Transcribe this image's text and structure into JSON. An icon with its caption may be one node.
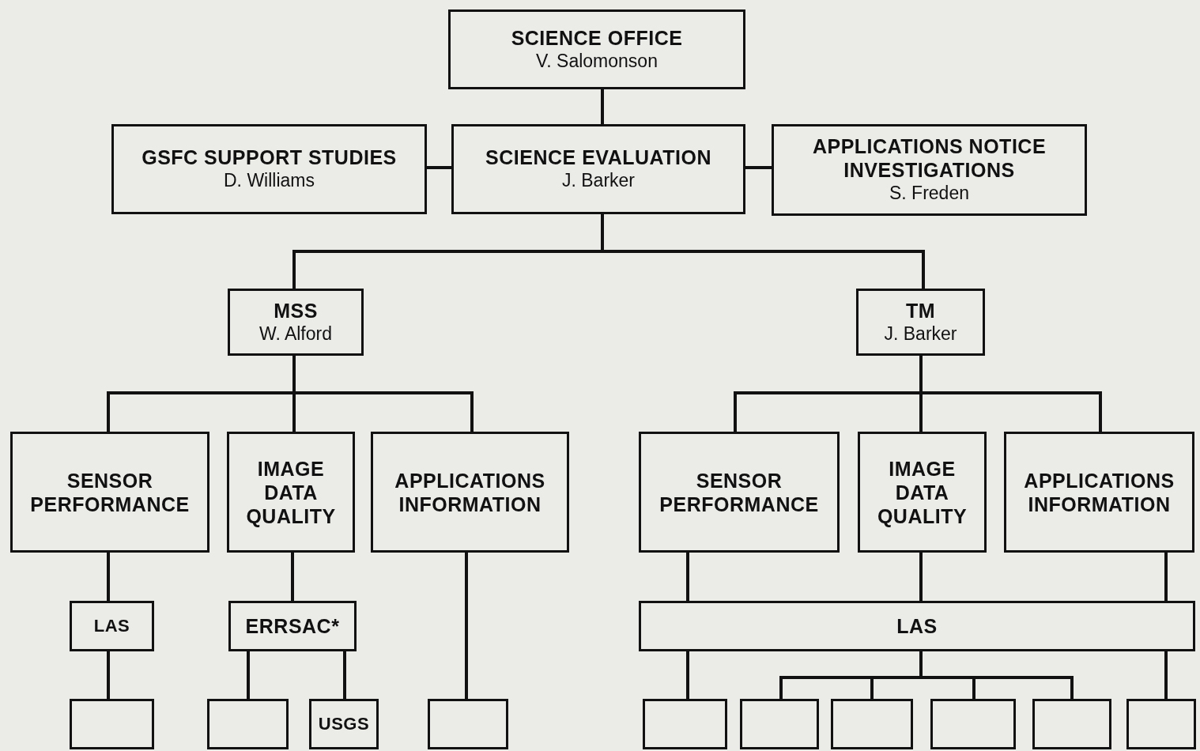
{
  "diagram": {
    "nodes": [
      {
        "text": [
          "SCIENCE OFFICE",
          "V. Salomonson"
        ]
      },
      {
        "text": [
          "GSFC SUPPORT STUDIES",
          "D. Williams"
        ]
      },
      {
        "text": [
          "SCIENCE EVALUATION",
          "J. Barker"
        ]
      },
      {
        "text": [
          "APPLICATIONS NOTICE INVESTIGATIONS",
          "S. Freden"
        ]
      },
      {
        "text": [
          "MSS",
          "W. Alford"
        ]
      },
      {
        "text": [
          "TM",
          "J. Barker"
        ]
      },
      {
        "text": [
          "SENSOR PERFORMANCE"
        ]
      },
      {
        "text": [
          "IMAGE DATA QUALITY"
        ]
      },
      {
        "text": [
          "APPLICATIONS INFORMATION"
        ]
      },
      {
        "text": [
          "SENSOR PERFORMANCE"
        ]
      },
      {
        "text": [
          "IMAGE DATA QUALITY"
        ]
      },
      {
        "text": [
          "APPLICATIONS INFORMATION"
        ]
      },
      {
        "text": [
          "LAS"
        ]
      },
      {
        "text": [
          "ERRSAC*"
        ]
      },
      {
        "text": [
          "LAS"
        ]
      },
      {
        "text": [],
        "shape": "box"
      },
      {
        "text": [],
        "shape": "box"
      },
      {
        "text": [
          "USGS"
        ]
      },
      {
        "text": [],
        "shape": "box"
      },
      {
        "text": [],
        "shape": "box"
      },
      {
        "text": [],
        "shape": "box"
      },
      {
        "text": [],
        "shape": "box"
      },
      {
        "text": [],
        "shape": "box"
      },
      {
        "text": [],
        "shape": "box"
      },
      {
        "text": [],
        "shape": "box"
      }
    ],
    "edges": [
      {
        "from": 0,
        "to": 2,
        "arrow": "none"
      },
      {
        "from": 2,
        "to": 1,
        "arrow": "none"
      },
      {
        "from": 2,
        "to": 3,
        "arrow": "none"
      },
      {
        "from": 2,
        "to": 4,
        "arrow": "none"
      },
      {
        "from": 2,
        "to": 5,
        "arrow": "none"
      },
      {
        "from": 4,
        "to": 6,
        "arrow": "none"
      },
      {
        "from": 4,
        "to": 7,
        "arrow": "none"
      },
      {
        "from": 4,
        "to": 8,
        "arrow": "none"
      },
      {
        "from": 5,
        "to": 9,
        "arrow": "none"
      },
      {
        "from": 5,
        "to": 10,
        "arrow": "none"
      },
      {
        "from": 5,
        "to": 11,
        "arrow": "none"
      },
      {
        "from": 6,
        "to": 12,
        "arrow": "none"
      },
      {
        "from": 7,
        "to": 13,
        "arrow": "none"
      },
      {
        "from": 8,
        "to": 18,
        "arrow": "none"
      },
      {
        "from": 9,
        "to": 14,
        "arrow": "none"
      },
      {
        "from": 10,
        "to": 14,
        "arrow": "none"
      },
      {
        "from": 11,
        "to": 14,
        "arrow": "none"
      },
      {
        "from": 12,
        "to": 15,
        "arrow": "none"
      },
      {
        "from": 13,
        "to": 16,
        "arrow": "none"
      },
      {
        "from": 13,
        "to": 17,
        "arrow": "none"
      },
      {
        "from": 14,
        "to": 19,
        "arrow": "none"
      },
      {
        "from": 14,
        "to": 20,
        "arrow": "none"
      },
      {
        "from": 14,
        "to": 21,
        "arrow": "none"
      },
      {
        "from": 14,
        "to": 22,
        "arrow": "none"
      },
      {
        "from": 14,
        "to": 23,
        "arrow": "none"
      },
      {
        "from": 14,
        "to": 24,
        "arrow": "none"
      }
    ]
  }
}
